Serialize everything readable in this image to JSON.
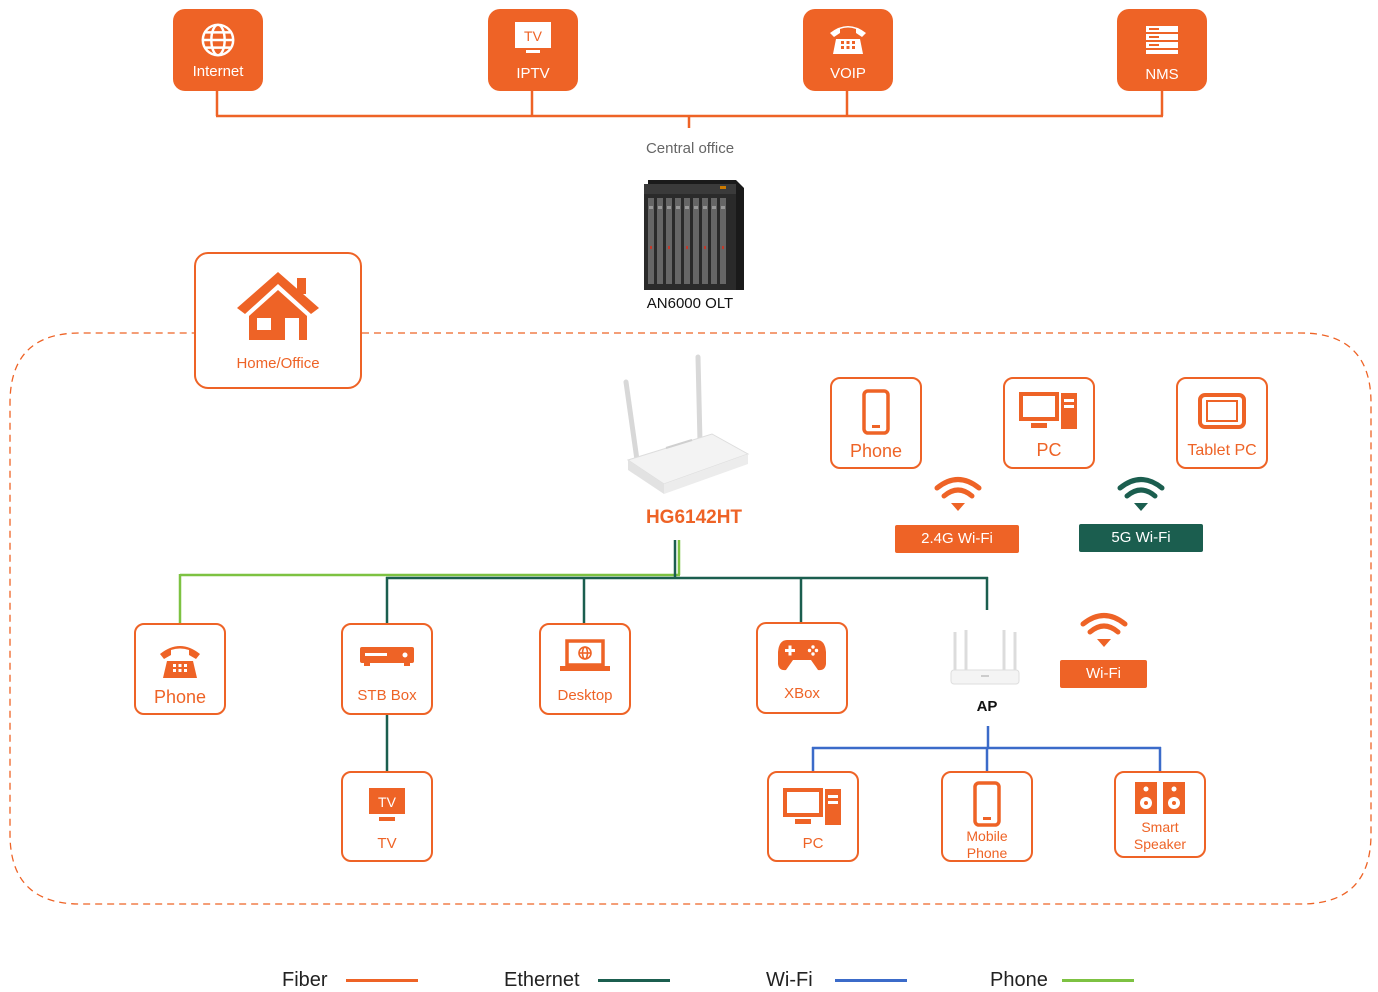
{
  "services": [
    {
      "label": "Internet",
      "icon": "globe-icon"
    },
    {
      "label": "IPTV",
      "icon": "tv-icon",
      "icon_text": "TV"
    },
    {
      "label": "VOIP",
      "icon": "telephone-icon"
    },
    {
      "label": "NMS",
      "icon": "server-icon"
    }
  ],
  "central_office": "Central office",
  "olt_label": "AN6000 OLT",
  "home_office": {
    "label": "Home/Office",
    "icon": "house-icon"
  },
  "ont_label": "HG6142HT",
  "wifi_devices": [
    {
      "label": "Phone",
      "icon": "smartphone-icon"
    },
    {
      "label": "PC",
      "icon": "desktop-pc-icon"
    },
    {
      "label": "Tablet PC",
      "icon": "tablet-icon"
    }
  ],
  "wifi_tags": {
    "band_24": "2.4G Wi-Fi",
    "band_5": "5G Wi-Fi",
    "ap_wifi": "Wi-Fi"
  },
  "wired_devices": [
    {
      "label": "Phone",
      "icon": "telephone-icon"
    },
    {
      "label": "STB Box",
      "icon": "set-top-box-icon"
    },
    {
      "label": "Desktop",
      "icon": "laptop-icon"
    },
    {
      "label": "XBox",
      "icon": "gamepad-icon"
    }
  ],
  "tv": {
    "label": "TV",
    "icon_text": "TV"
  },
  "ap_label": "AP",
  "ap_clients": [
    {
      "label": "PC",
      "icon": "desktop-pc-icon"
    },
    {
      "label": "Mobile Phone",
      "icon": "smartphone-icon"
    },
    {
      "label": "Smart Speaker",
      "icon": "speaker-icon"
    }
  ],
  "legend": [
    {
      "label": "Fiber",
      "color": "#EE6326"
    },
    {
      "label": "Ethernet",
      "color": "#1B5E4F"
    },
    {
      "label": "Wi-Fi",
      "color": "#3B6BC9"
    },
    {
      "label": "Phone",
      "color": "#7DC242"
    }
  ],
  "colors": {
    "accent": "#EE6326",
    "dark_green": "#1B5E4F",
    "wifi_blue": "#3B6BC9",
    "phone_green": "#7DC242"
  }
}
